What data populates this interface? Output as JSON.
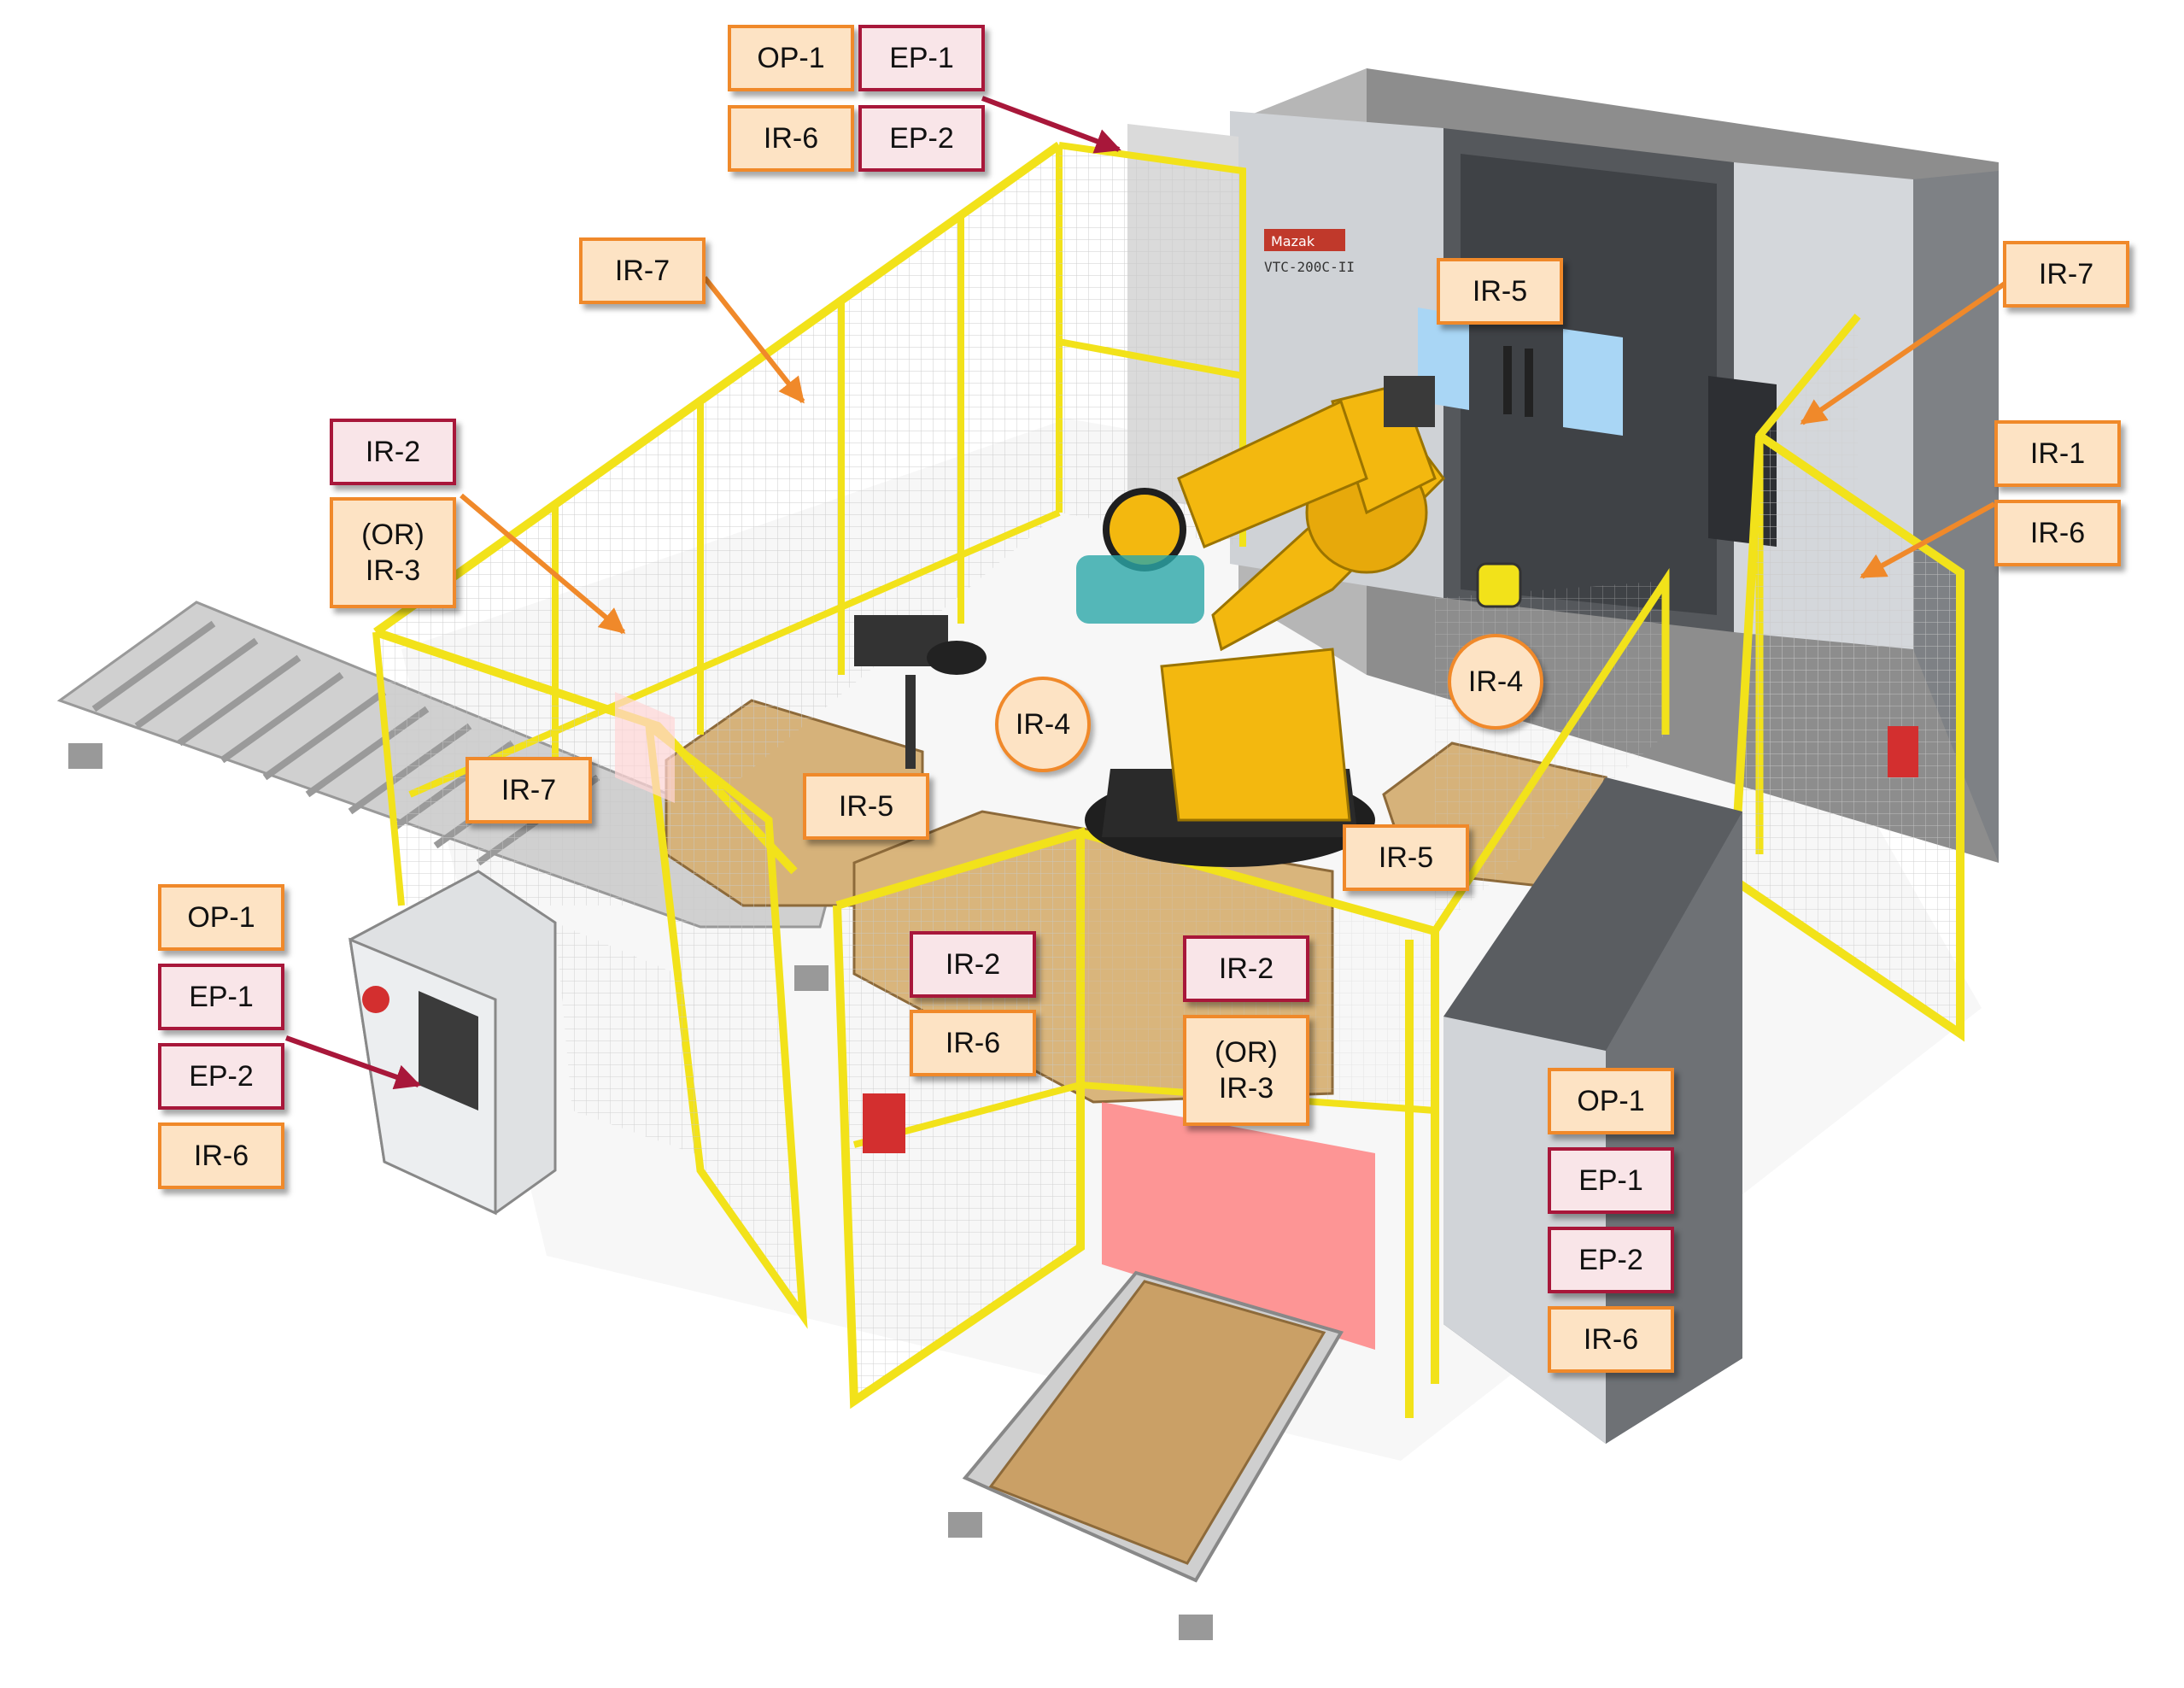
{
  "labels": {
    "top_op1": "OP-1",
    "top_ep1": "EP-1",
    "top_ir6": "IR-6",
    "top_ep2": "EP-2",
    "left_fence_ir7": "IR-7",
    "left_ir2": "IR-2",
    "left_or": "(OR)",
    "left_ir3": "IR-3",
    "conveyor_ir7": "IR-7",
    "center_ir5": "IR-5",
    "center_ir4": "IR-4",
    "machine_ir5": "IR-5",
    "right_ir4": "IR-4",
    "right_ir5": "IR-5",
    "right_ir7": "IR-7",
    "right_ir1": "IR-1",
    "right_ir6": "IR-6",
    "cabinet_op1": "OP-1",
    "cabinet_ep1": "EP-1",
    "cabinet_ep2": "EP-2",
    "cabinet_ir6": "IR-6",
    "door_ir2": "IR-2",
    "door_ir6": "IR-6",
    "mid_ir2": "IR-2",
    "mid_or": "(OR)",
    "mid_ir3": "IR-3",
    "rcab_op1": "OP-1",
    "rcab_ep1": "EP-1",
    "rcab_ep2": "EP-2",
    "rcab_ir6": "IR-6"
  },
  "machine": {
    "brand": "Mazak",
    "model": "VTC-200C-II"
  },
  "colors": {
    "label_orange_border": "#f0892a",
    "label_orange_fill": "#fde3c4",
    "label_red_border": "#a8173a",
    "label_red_fill": "#f9e5e8",
    "fence_yellow": "#f2e21a",
    "robot_yellow": "#f3b80f",
    "hazard_red": "#ff6b6b"
  }
}
